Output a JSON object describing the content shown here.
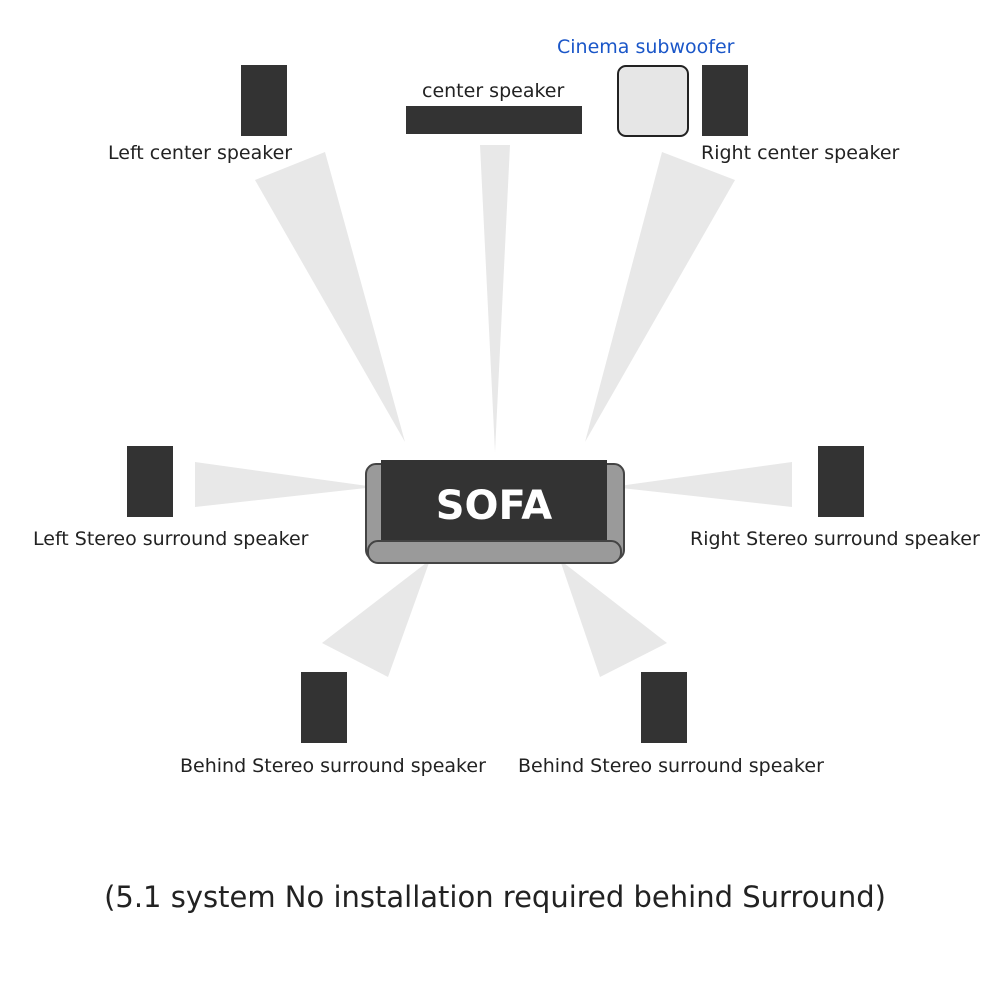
{
  "labels": {
    "subwoofer": "Cinema subwoofer",
    "center": "center speaker",
    "left_center": "Left center speaker",
    "right_center": "Right center speaker",
    "left_surround": "Left Stereo surround speaker",
    "right_surround": "Right Stereo surround speaker",
    "behind_left": "Behind Stereo surround speaker",
    "behind_right": "Behind Stereo surround speaker",
    "sofa": "SOFA"
  },
  "caption": "(5.1 system No installation required behind Surround)",
  "colors": {
    "speaker": "#333333",
    "subwoofer_fill": "#e6e6e6",
    "subwoofer_label": "#1a56c8",
    "beam": "#e8e8e8",
    "sofa_frame": "#9a9a9a",
    "sofa_seat": "#333333",
    "text": "#222222"
  }
}
